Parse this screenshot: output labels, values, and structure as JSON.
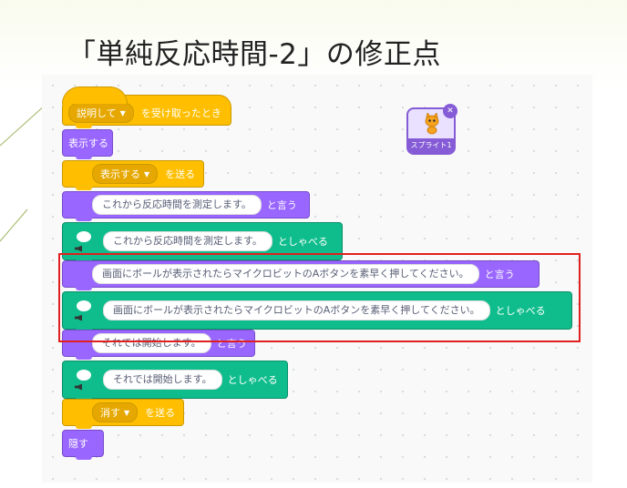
{
  "slide": {
    "title": "「単純反応時間-2」の修正点"
  },
  "canvas": {
    "sprite": {
      "name": "スプライト1",
      "icon": "scratch-cat-icon",
      "delete_icon": "trash-icon"
    },
    "blocks": [
      {
        "id": "when-receive",
        "category": "events",
        "dropdown": "説明して",
        "suffix": "を受け取ったとき"
      },
      {
        "id": "show",
        "category": "looks",
        "label": "表示する"
      },
      {
        "id": "broadcast-show",
        "category": "events",
        "dropdown": "表示する",
        "suffix": "を送る"
      },
      {
        "id": "say-1",
        "category": "looks",
        "text": "これから反応時間を測定します。",
        "suffix": "と言う"
      },
      {
        "id": "speak-1",
        "category": "text2speech",
        "text": "これから反応時間を測定します。",
        "suffix": "としゃべる"
      },
      {
        "id": "say-2",
        "category": "looks",
        "text": "画面にボールが表示されたらマイクロビットのAボタンを素早く押してください。",
        "suffix": "と言う"
      },
      {
        "id": "speak-2",
        "category": "text2speech",
        "text": "画面にボールが表示されたらマイクロビットのAボタンを素早く押してください。",
        "suffix": "としゃべる"
      },
      {
        "id": "say-3",
        "category": "looks",
        "text": "それでは開始します。",
        "suffix": "と言う"
      },
      {
        "id": "speak-3",
        "category": "text2speech",
        "text": "それでは開始します。",
        "suffix": "としゃべる"
      },
      {
        "id": "broadcast-hide",
        "category": "events",
        "dropdown": "消す",
        "suffix": "を送る"
      },
      {
        "id": "hide",
        "category": "looks",
        "label": "隠す"
      }
    ],
    "highlight_color": "#e02020"
  },
  "colors": {
    "events": "#ffbf00",
    "looks": "#9966ff",
    "text2speech": "#0fbd8c"
  }
}
